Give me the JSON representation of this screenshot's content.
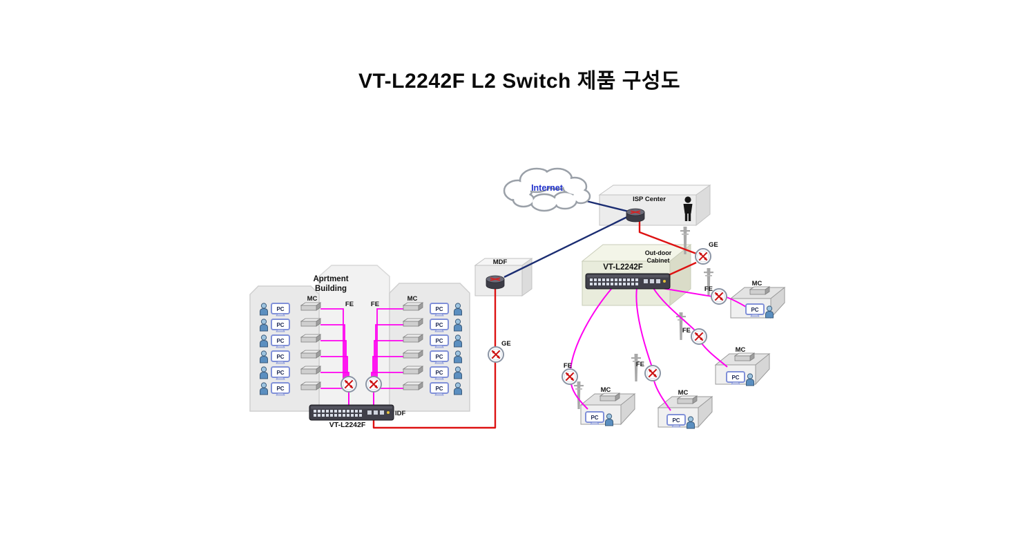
{
  "title": "VT-L2242F L2 Switch 제품 구성도",
  "diagram": {
    "internet": {
      "label": "Internet"
    },
    "isp_center": {
      "label": "ISP Center"
    },
    "mdf": {
      "label": "MDF"
    },
    "outdoor_cabinet": {
      "label_line1": "Out-door",
      "label_line2": "Cabinet",
      "switch_label": "VT-L2242F"
    },
    "apartment": {
      "label_line1": "Aprtment",
      "label_line2": "Building",
      "switch_label": "VT-L2242F",
      "idf_label": "IDF"
    },
    "pc_label": "PC",
    "link_labels": {
      "fe": "FE",
      "ge": "GE",
      "mc": "MC"
    }
  },
  "colors": {
    "fe_line": "#ff00f0",
    "ge_line": "#dd1111",
    "wan_line": "#1b2d72",
    "internet_text": "#2233cc"
  }
}
